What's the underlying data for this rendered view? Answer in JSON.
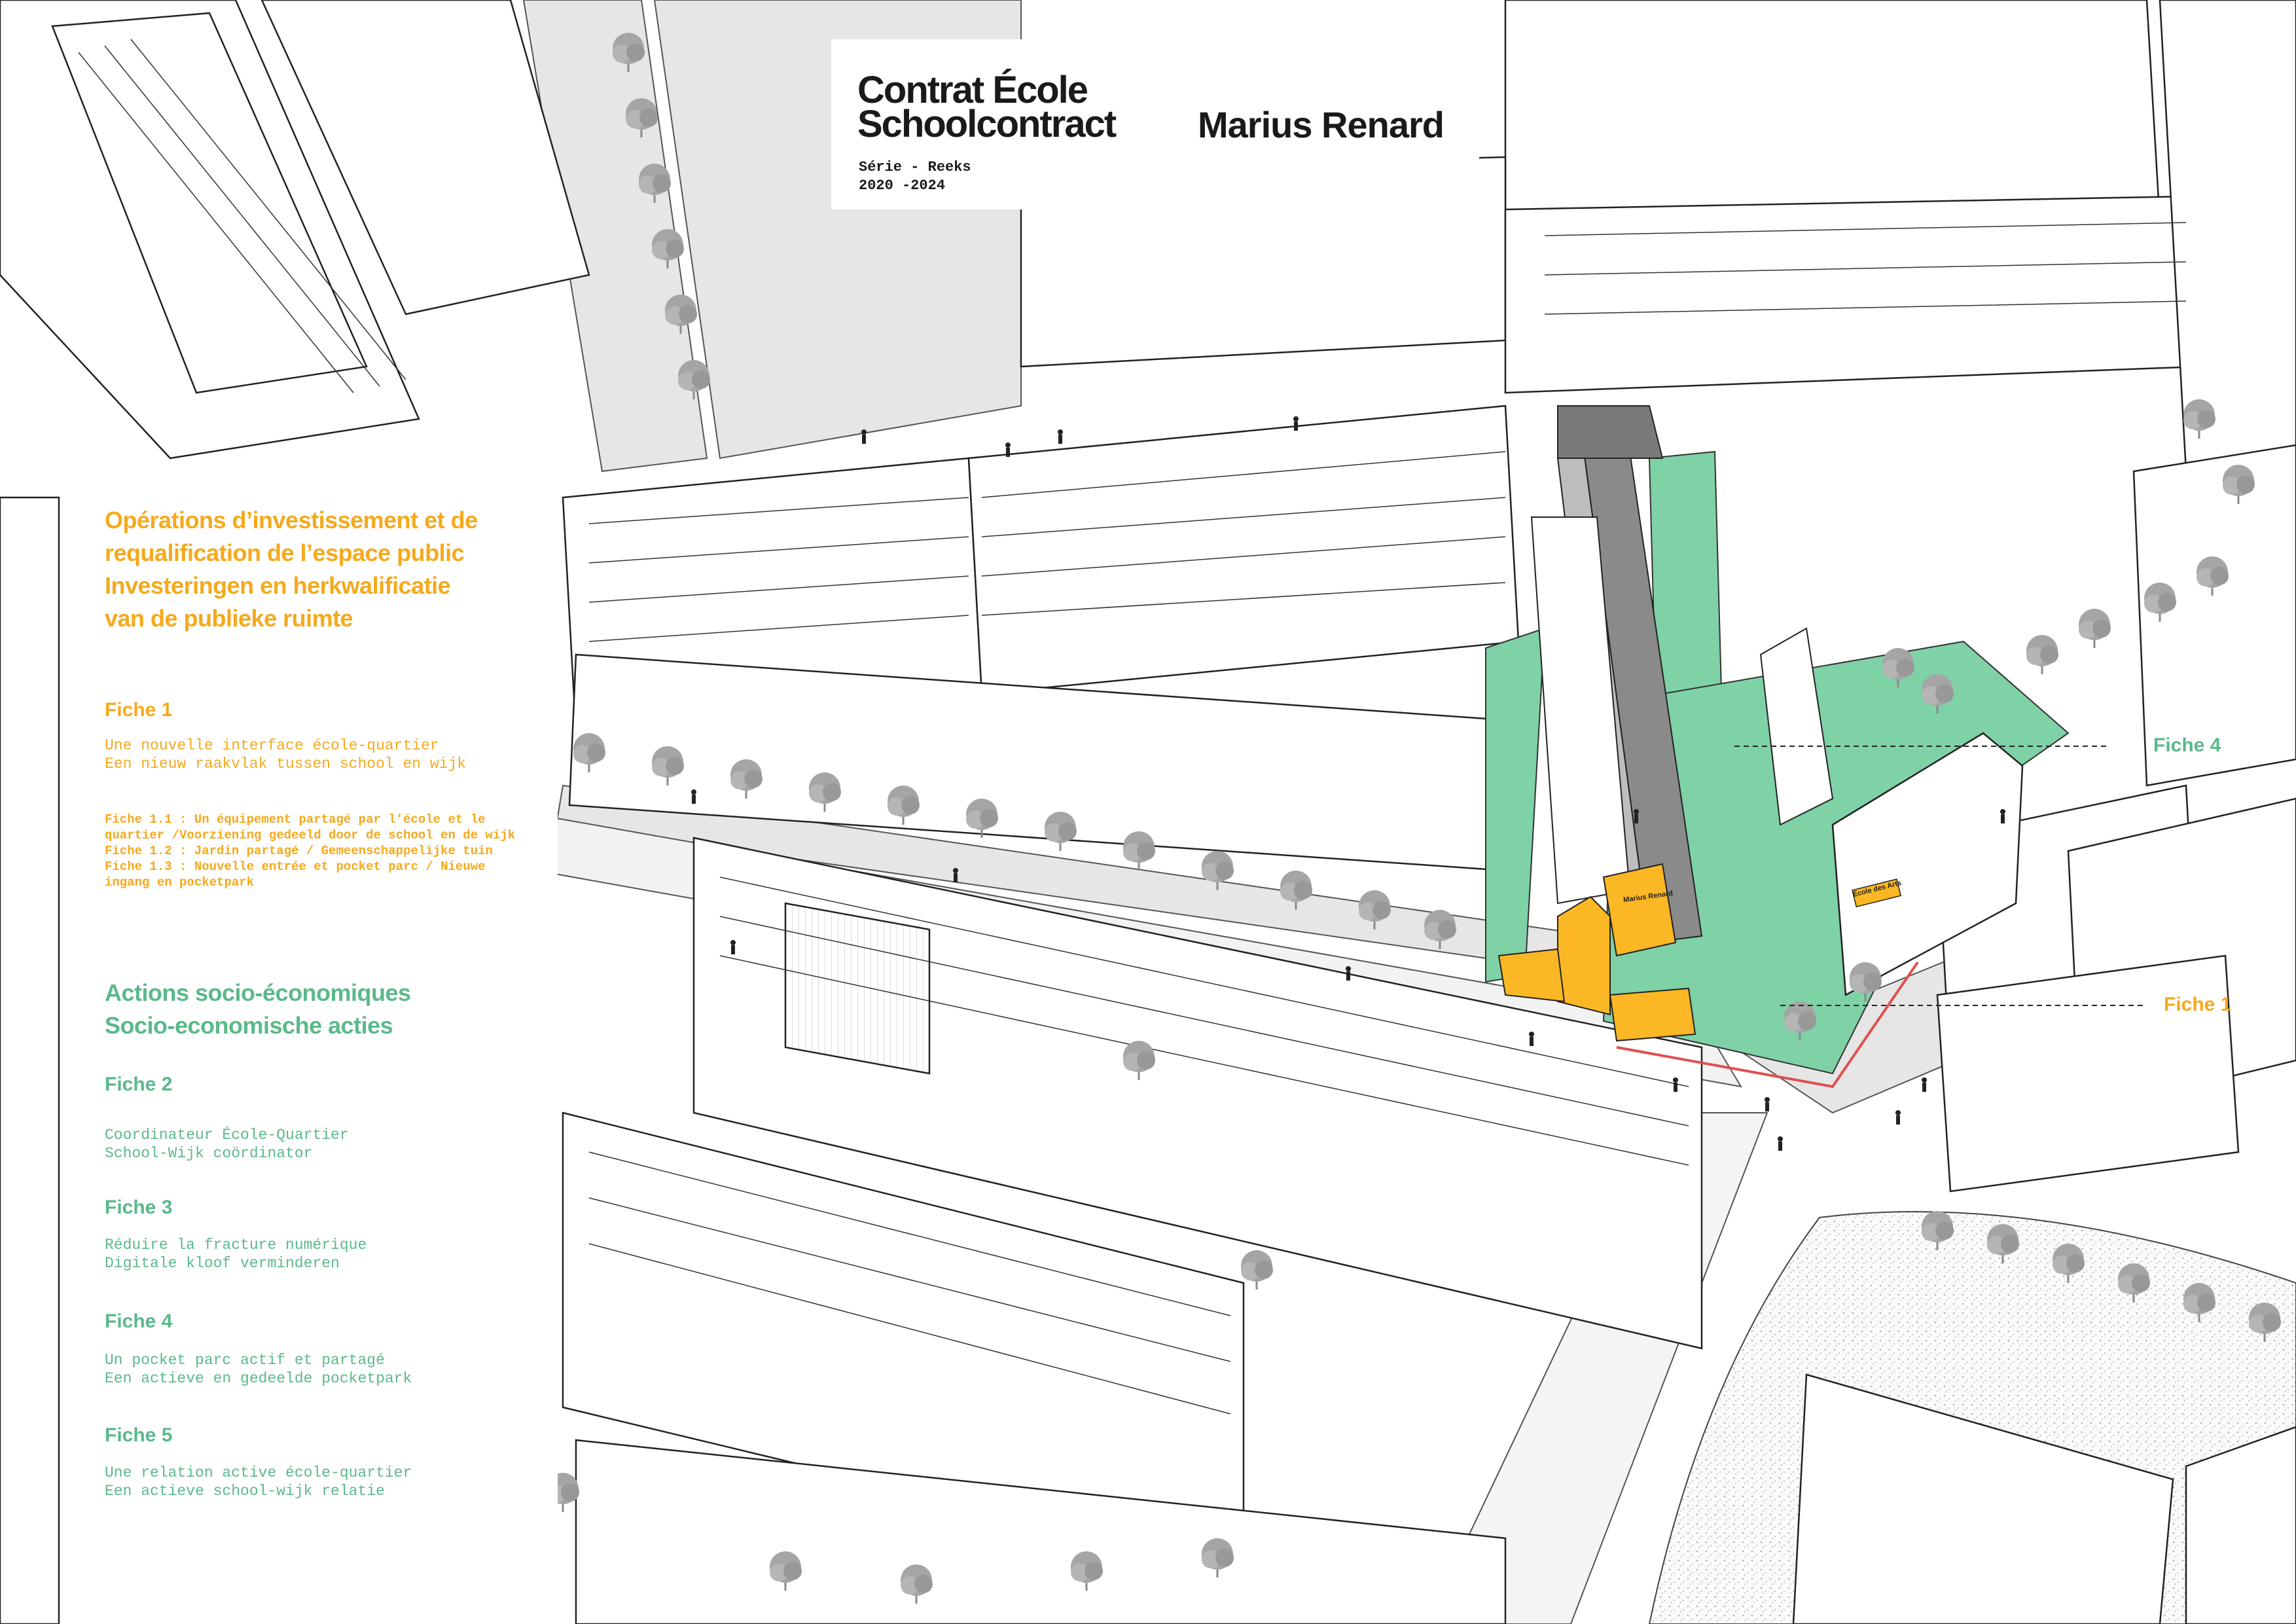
{
  "title": {
    "line1": "Contrat École",
    "line2": "Schoolcontract",
    "school": "Marius Renard",
    "series_label": "Série - Reeks",
    "series_years": "2020 -2024"
  },
  "legend": {
    "section1": {
      "line1": "Opérations d’investissement et de",
      "line2": "requalification de l’espace public",
      "line3": "Investeringen en herkwalificatie",
      "line4": "van de publieke ruimte"
    },
    "fiche1": {
      "head": "Fiche 1",
      "text": "Une nouvelle interface école-quartier\nEen nieuw raakvlak tussen school en wijk",
      "sub": "Fiche 1.1 : Un équipement partagé par l’école et le quartier /Voorziening gedeeld door de school en de wijk\nFiche 1.2 : Jardin partagé / Gemeenschappelijke tuin\nFiche 1.3 : Nouvelle entrée et pocket parc / Nieuwe ingang en pocketpark"
    },
    "section2": {
      "line1": "Actions socio-économiques",
      "line2": "Socio-economische acties"
    },
    "fiche2": {
      "head": "Fiche 2",
      "text": "Coordinateur École-Quartier\nSchool-Wijk coördinator"
    },
    "fiche3": {
      "head": "Fiche 3",
      "text": "Réduire la fracture numérique\nDigitale kloof verminderen"
    },
    "fiche4": {
      "head": "Fiche 4",
      "text": "Un pocket parc actif et partagé\nEen actieve en gedeelde pocketpark"
    },
    "fiche5": {
      "head": "Fiche 5",
      "text": "Une relation active école-quartier\nEen actieve school-wijk relatie"
    }
  },
  "map": {
    "label_fiche4": "Fiche 4",
    "label_fiche1": "Fiche 1",
    "school_sign": "Marius Renard",
    "school_sign2": "École des Arts"
  },
  "colors": {
    "accent_orange": "#f5a91c",
    "accent_green": "#5bb98a",
    "park_green": "#7fd1a6",
    "yellow_building": "#fbb724",
    "roof_grey": "#8a8a8a",
    "tree_grey": "#9e9e9e"
  }
}
